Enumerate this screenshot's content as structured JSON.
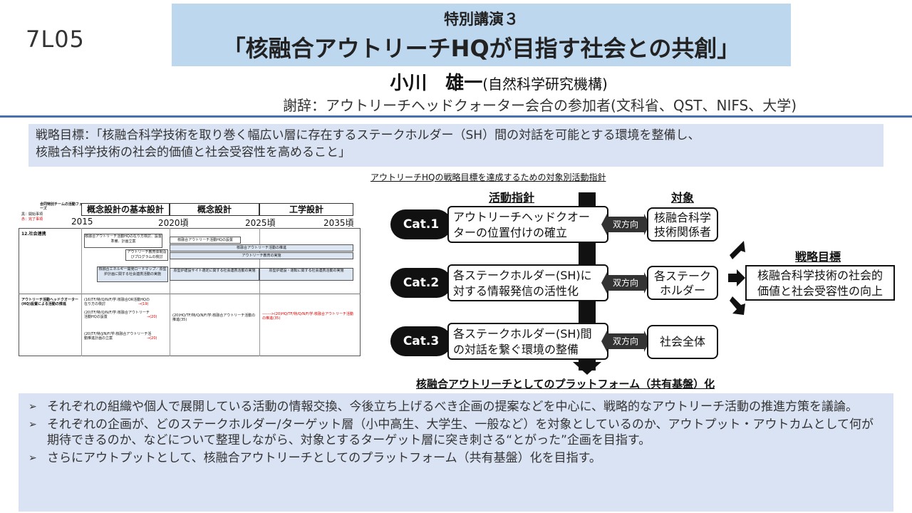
{
  "slide_code": "7L05",
  "title": {
    "sub": "特別講演３",
    "main": "「核融合アウトリーチHQが目指す社会との共創」"
  },
  "speaker": {
    "name": "小川　雄一",
    "affiliation": "(自然科学研究機構)"
  },
  "acknowledgement": "謝辞：アウトリーチヘッドクォーター会合の参加者(文科省、QST、NIFS、大学)",
  "goal": {
    "line1": "戦略目標：「核融合科学技術を取り巻く幅広い層に存在するステークホルダー（SH）間の対話を可能とする環境を整備し、",
    "line2": "核融合科学技術の社会的価値と社会受容性を高めること」"
  },
  "gantt": {
    "header_label": "合同特別チームの活動フェーズ",
    "legend_black": "黒：開始事項",
    "legend_red": "赤：完了事項",
    "phases": [
      "概念設計の基本設計",
      "概念設計",
      "工学設計"
    ],
    "years": [
      "2015",
      "2020頃",
      "2025頃",
      "2035頃"
    ],
    "row1_label": "12.社会連携",
    "row1_items": [
      "核融合アウトリーチ活動HQの在り方検討、設置準備、計画立案",
      "核融合アウトリーチ活動HQの設置",
      "核融合アウトリーチ活動の推進",
      "アウトリーチ教育体制及びプログラムの検討",
      "アウトリーチ教育の実施",
      "核融合エネルギー開発ロードマップ／原型炉計画に関する社会連携活動の実施",
      "原型炉建設サイト選定に関する社会連携活動の実施",
      "原型炉建設・運転に関する社会連携活動の実施"
    ],
    "row2_label": "アウトリーチ活動ヘッドクオーター(HQ)設置による活動の推進",
    "row2_items": [
      "(16)TF/特/Q/N/F/学:核融合OR活動HQの在り方の検討",
      "→(19)",
      "(20)TF/特/Q/N/F/学:核融合アウトリーチ活動HQの設置",
      "→(20)",
      "(20)TF/特/J/N/F/学:核融合アウトリーチ活動推進計画の立案",
      "→(20)",
      "(20)HQ/TF/特/Q/N/F/学:核融合アウトリーチ活動の推進(35)",
      "------->(20)HQ/TF/特/Q/N/F/学:核融合アウトリーチ活動の推進(35)"
    ]
  },
  "diagram": {
    "title": "アウトリーチHQの戦略目標を達成するための対象別活動指針",
    "head_activity": "活動指針",
    "head_target": "対象",
    "head_goal": "戦略目標",
    "categories": [
      {
        "label": "Cat.1",
        "activity_l1": "アウトリーチヘッドクオー",
        "activity_l2": "ターの位置付けの確立",
        "bidir": "双方向",
        "target_l1": "核融合科学",
        "target_l2": "技術関係者"
      },
      {
        "label": "Cat.2",
        "activity_l1": "各ステークホルダー(SH)に",
        "activity_l2": "対する情報発信の活性化",
        "bidir": "双方向",
        "target_l1": "各ステーク",
        "target_l2": "ホルダー"
      },
      {
        "label": "Cat.3",
        "activity_l1": "各ステークホルダー(SH)間",
        "activity_l2": "の対話を繋ぐ環境の整備",
        "bidir": "双方向",
        "target_l1": "社会全体",
        "target_l2": ""
      }
    ],
    "goal_l1": "核融合科学技術の社会的",
    "goal_l2": "価値と社会受容性の向上",
    "platform": "核融合アウトリーチとしてのプラットフォーム（共有基盤）化"
  },
  "bullets": [
    {
      "mark": "➢",
      "text": "それぞれの組織や個人で展開している活動の情報交換、今後立ち上げるべき企画の提案などを中心に、戦略的なアウトリーチ活動の推進方策を議論。"
    },
    {
      "mark": "➢",
      "text": "それぞれの企画が、どのステークホルダー/ターゲット層（小中高生、大学生、一般など）を対象としているのか、アウトプット・アウトカムとして何が期待できるのか、などについて整理しながら、対象とするターゲット層に突き刺さる“とがった”企画を目指す。"
    },
    {
      "mark": "➢",
      "text": "さらにアウトプットとして、核融合アウトリーチとしてのプラットフォーム（共有基盤）化を目指す。"
    }
  ]
}
